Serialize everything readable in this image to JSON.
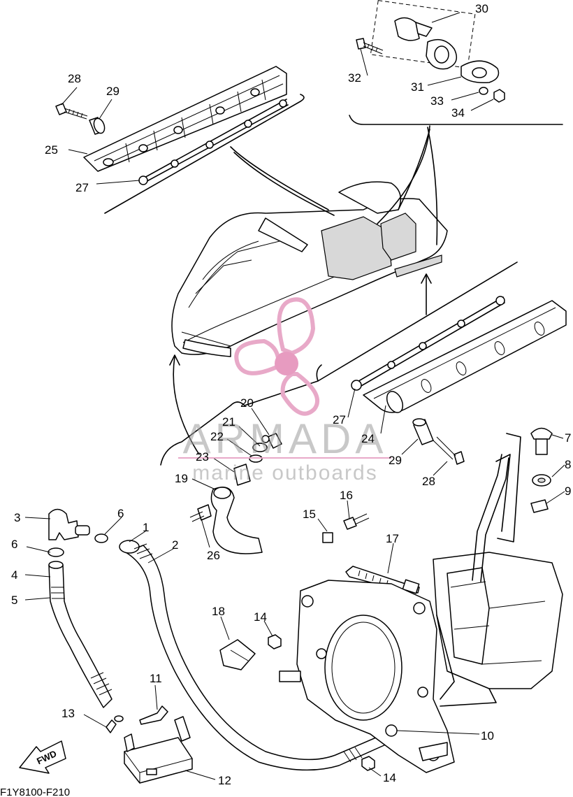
{
  "diagram_code": "F1Y8100-F210",
  "watermark": {
    "title": "ARMADA",
    "subtitle": "marine outboards",
    "pink": "#e8a9c8",
    "pink_dark": "#e79bc0"
  },
  "fwd_label": "FWD",
  "callouts": [
    "1",
    "2",
    "3",
    "4",
    "5",
    "6",
    "6",
    "7",
    "8",
    "9",
    "10",
    "11",
    "12",
    "13",
    "14",
    "14",
    "15",
    "16",
    "17",
    "18",
    "19",
    "20",
    "21",
    "22",
    "23",
    "24",
    "25",
    "26",
    "27",
    "27",
    "28",
    "28",
    "29",
    "29",
    "30",
    "31",
    "32",
    "33",
    "34"
  ]
}
